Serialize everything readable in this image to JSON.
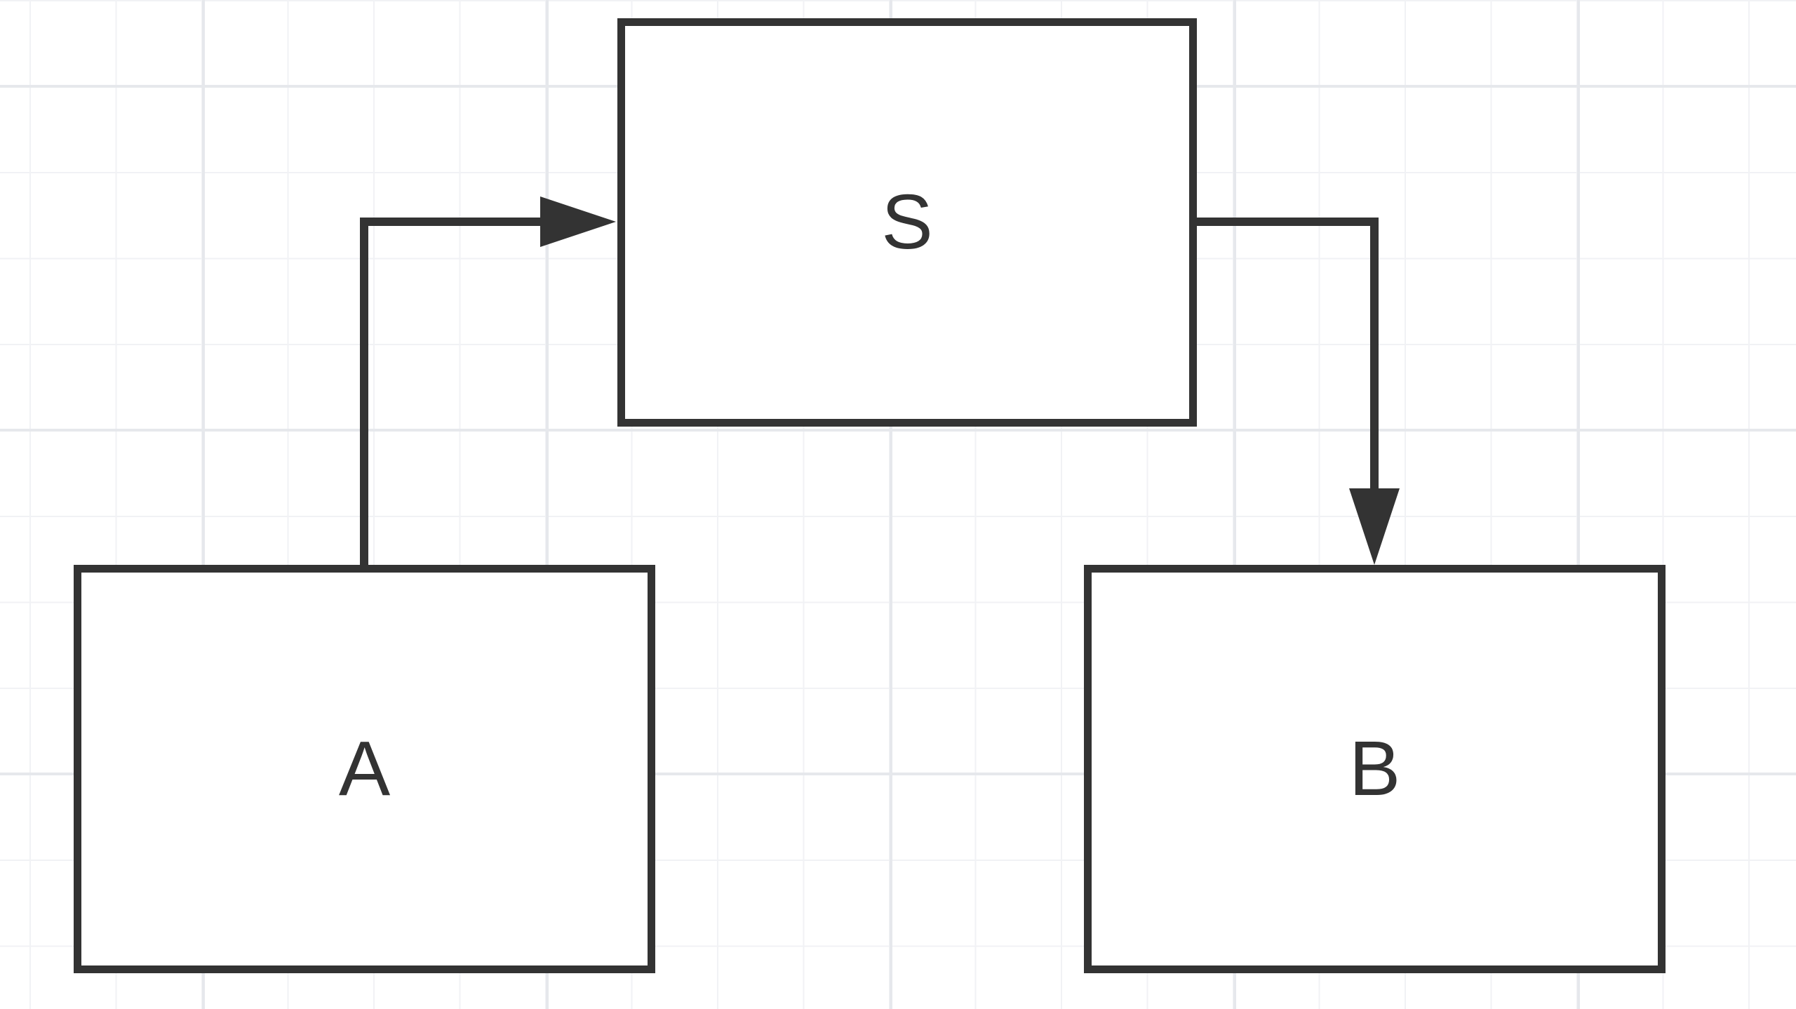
{
  "diagram": {
    "nodes": [
      {
        "id": "S",
        "label": "S"
      },
      {
        "id": "A",
        "label": "A"
      },
      {
        "id": "B",
        "label": "B"
      }
    ],
    "edges": [
      {
        "from": "A",
        "to": "S"
      },
      {
        "from": "S",
        "to": "B"
      }
    ]
  },
  "colors": {
    "stroke": "#333333",
    "grid_major": "#e6e8ec",
    "grid_minor": "#f1f2f5",
    "background": "#ffffff"
  }
}
